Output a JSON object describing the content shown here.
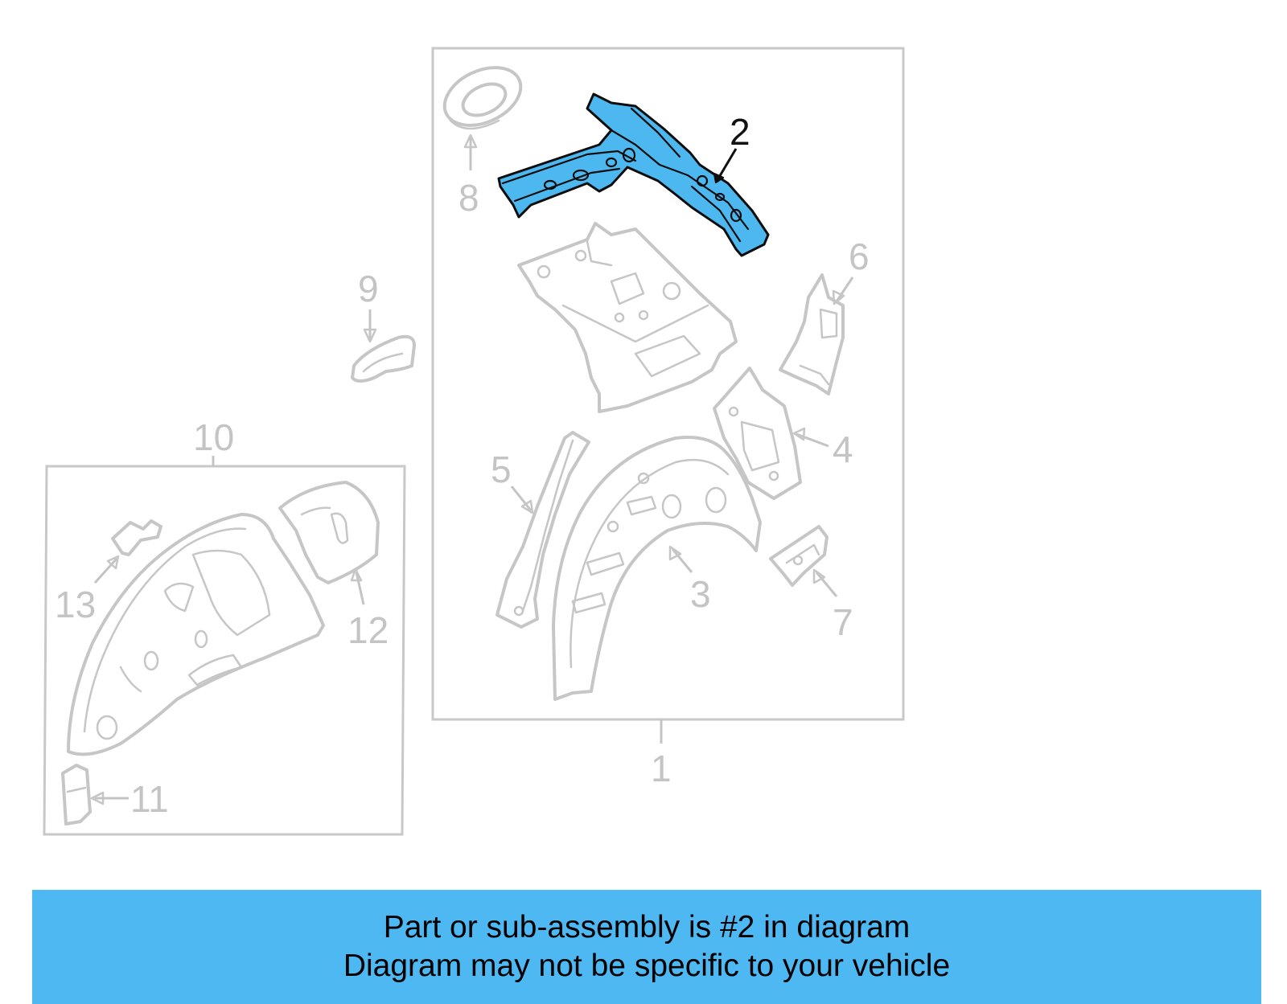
{
  "callouts": {
    "c1": "1",
    "c2": "2",
    "c3": "3",
    "c4": "4",
    "c5": "5",
    "c6": "6",
    "c7": "7",
    "c8": "8",
    "c9": "9",
    "c10": "10",
    "c11": "11",
    "c12": "12",
    "c13": "13"
  },
  "highlighted_part": "2",
  "colors": {
    "highlight": "#4db8ef",
    "banner": "#4db8f2",
    "outline": "#c6c6c6"
  },
  "banner": {
    "line1": "Part or sub-assembly is #2 in diagram",
    "line2": "Diagram may not be specific to your vehicle"
  }
}
